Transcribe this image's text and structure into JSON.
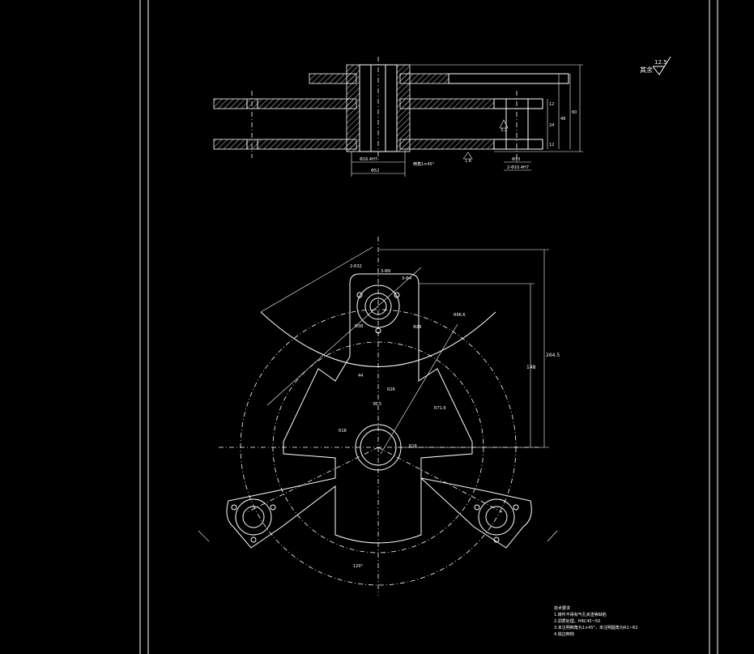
{
  "roughness": {
    "label": "其余",
    "value": "12.5"
  },
  "section_view": {
    "dims": {
      "bore": "Φ16.4H7",
      "outer_dia": "Φ52",
      "chamfer": "倒角1×45°",
      "ra_left": "1.6",
      "hole1": "Φ10",
      "hole2": "2-Φ10.4H7",
      "ra_right": "3.2",
      "v1": "12",
      "v2": "24",
      "v3": "48",
      "v4": "12",
      "v5": "60"
    }
  },
  "plan_view": {
    "dims": {
      "r_outer": "2-R32",
      "holes_a": "3-Φ9",
      "holes_b": "3-Φ4",
      "dia_top": "Φ38",
      "dia_mid": "Φ29",
      "r_big": "R96.6",
      "r_mid": "R71.6",
      "dim_a": "R26",
      "dim_b": "R18",
      "angle": "120°",
      "v_outer": "264.5",
      "v_inner": "148",
      "w1": "44",
      "w2": "R16",
      "w3": "36.5"
    }
  },
  "notes": {
    "title": "技术要求",
    "items": [
      "1.铸件不得有气孔夹渣等缺陷",
      "2.调质处理，HRC45~50",
      "3.未注明倒角为1×45°，未注明圆角为R1~R2",
      "4.锐边倒钝"
    ]
  }
}
